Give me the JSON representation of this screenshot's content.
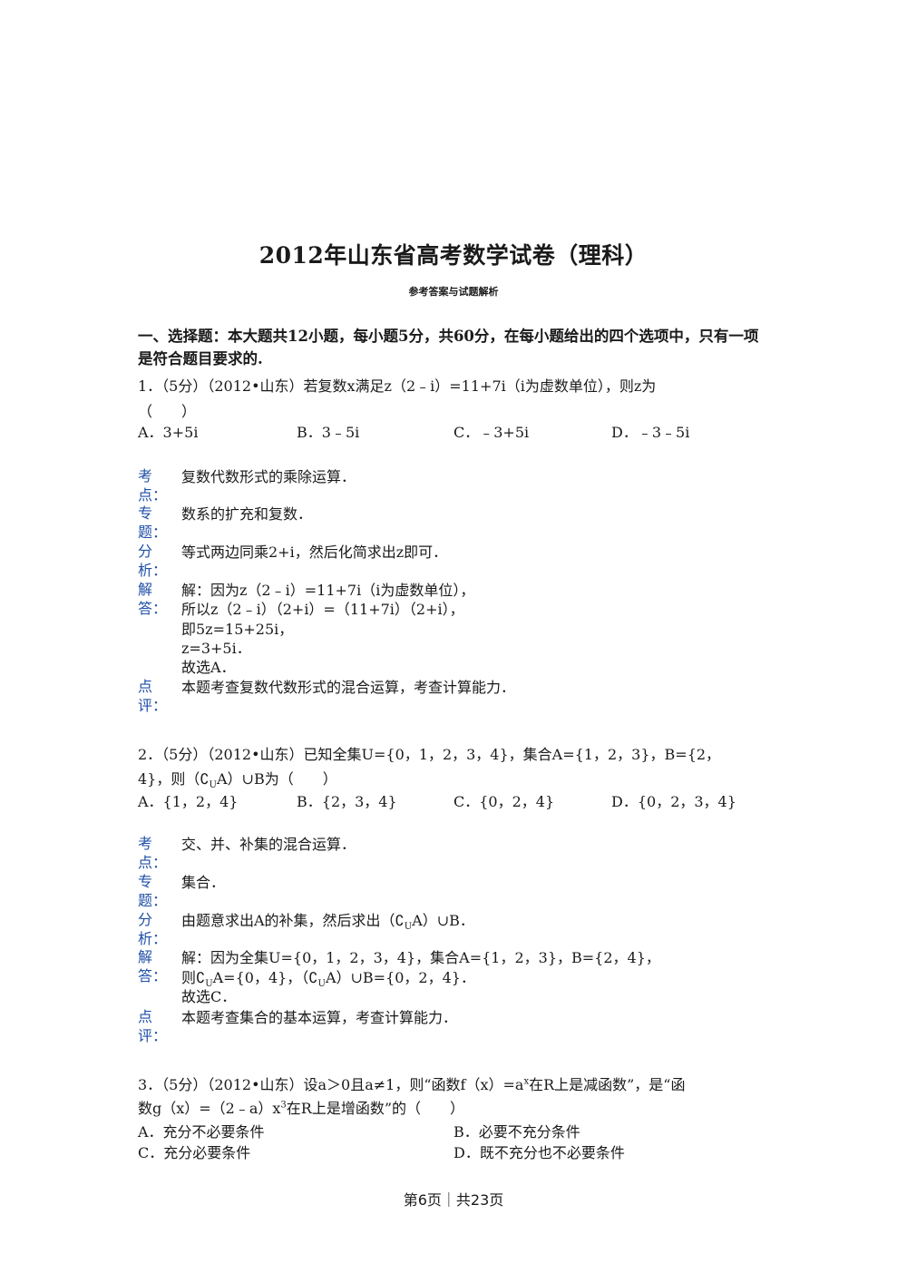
{
  "header": {
    "title": "2012年山东省高考数学试卷（理科）",
    "subtitle": "参考答案与试题解析"
  },
  "section": {
    "heading": "一、选择题：本大题共12小题，每小题5分，共60分，在每小题给出的四个选项中，只有一项是符合题目要求的."
  },
  "labels": {
    "kaodian": "考\n点：",
    "zhuanti": "专\n题：",
    "fenxi": "分\n析：",
    "jieda": "解\n答：",
    "dianping": "点\n评："
  },
  "q1": {
    "line1": "1．（5分）（2012•山东）若复数x满足z（2﹣i）=11+7i（i为虚数单位），则z为",
    "line2": "（　　）",
    "options": [
      "A．3+5i",
      "B．3﹣5i",
      "C．﹣3+5i",
      "D．﹣3﹣5i"
    ],
    "kaodian": "复数代数形式的乘除运算．",
    "zhuanti": "数系的扩充和复数．",
    "fenxi": "等式两边同乘2+i，然后化简求出z即可．",
    "jieda": [
      "解：因为z（2﹣i）=11+7i（i为虚数单位），",
      "所以z（2﹣i）（2+i）=（11+7i）（2+i），",
      "即5z=15+25i，",
      "z=3+5i．",
      "故选A．"
    ],
    "dianping": "本题考查复数代数形式的混合运算，考查计算能力．"
  },
  "q2": {
    "line1": "2．（5分）（2012•山东）已知全集U={0，1，2，3，4}，集合A={1，2，3}，B={2，",
    "line2_a": "4}，则（∁",
    "line2_sub": "U",
    "line2_b": "A）∪B为（　　）",
    "options": [
      "A．{1，2，4}",
      "B．{2，3，4}",
      "C．{0，2，4}",
      "D．{0，2，3，4}"
    ],
    "kaodian": "交、并、补集的混合运算．",
    "zhuanti": "集合．",
    "fenxi_a": "由题意求出A的补集，然后求出（∁",
    "fenxi_sub": "U",
    "fenxi_b": "A）∪B．",
    "jieda1": "解：因为全集U={0，1，2，3，4}，集合A={1，2，3}，B={2，4}，",
    "jieda2_a": "则∁",
    "jieda2_sub1": "U",
    "jieda2_b": "A={0，4}，（∁",
    "jieda2_sub2": "U",
    "jieda2_c": "A）∪B={0，2，4}．",
    "jieda3": "故选C．",
    "dianping": "本题考查集合的基本运算，考查计算能力．"
  },
  "q3": {
    "line1_a": "3．（5分）（2012•山东）设a＞0且a≠1，则“函数f（x）=a",
    "line1_sup": "x",
    "line1_b": "在R上是减函数”，是“函",
    "line2_a": "数g（x）=（2﹣a）x",
    "line2_sup": "3",
    "line2_b": "在R上是增函数”的（　　）",
    "options": [
      "A．充分不必要条件",
      "B．必要不充分条件",
      "C．充分必要条件",
      "D．既不充分也不必要条件"
    ]
  },
  "footer": {
    "page": "第6页｜共23页"
  }
}
